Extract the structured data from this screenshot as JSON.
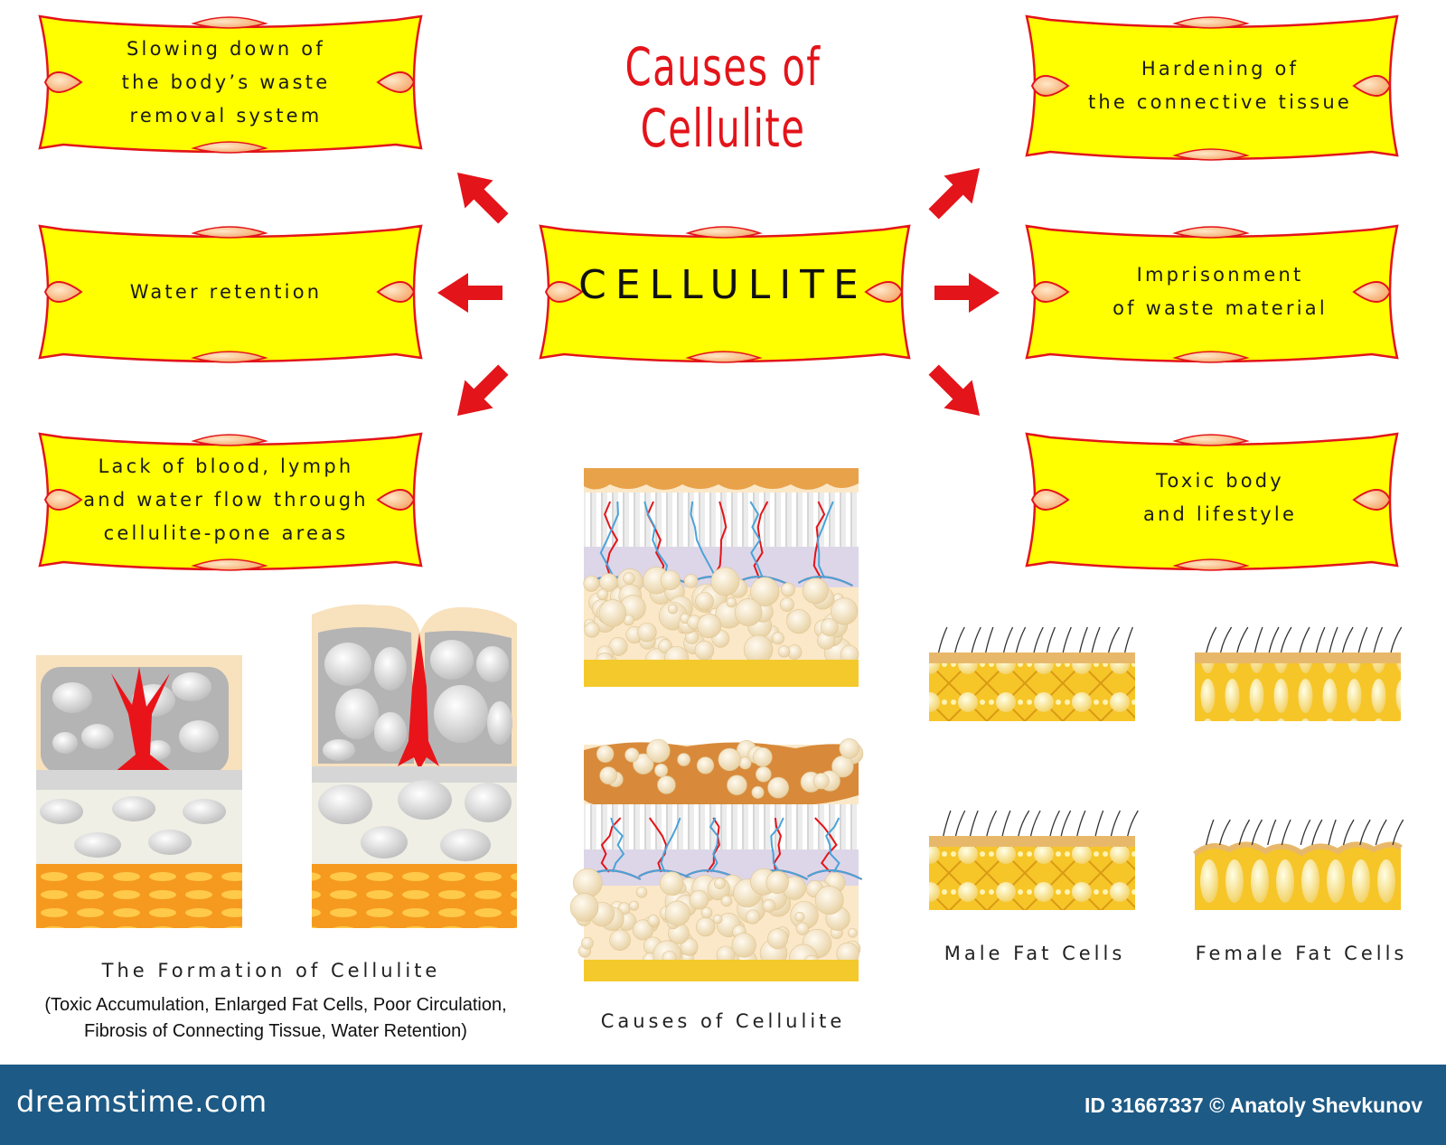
{
  "title": "Causes of Cellulite",
  "center": "CELLULITE",
  "causes_left": [
    {
      "lines": [
        "Slowing down of",
        "the body’s waste",
        "removal system"
      ]
    },
    {
      "lines": [
        "Water retention"
      ]
    },
    {
      "lines": [
        "Lack of blood, lymph",
        "and water flow through",
        "cellulite-pone areas"
      ]
    }
  ],
  "causes_right": [
    {
      "lines": [
        "Hardening of",
        "the connective tissue"
      ]
    },
    {
      "lines": [
        "Imprisonment",
        "of waste material"
      ]
    },
    {
      "lines": [
        "Toxic body",
        "and lifestyle"
      ]
    }
  ],
  "formation": {
    "caption": "The Formation of Cellulite",
    "sub": [
      "(Toxic Accumulation, Enlarged Fat Cells, Poor Circulation,",
      "Fibrosis of Connecting Tissue, Water Retention)"
    ]
  },
  "causes_caption": "Causes of Cellulite",
  "male_caption": "Male Fat Cells",
  "female_caption": "Female Fat Cells",
  "footer": {
    "logo": "dreamstime.com",
    "id": "ID 31667337 © Anatoly Shevkunov"
  },
  "colors": {
    "banner_fill": "#ffff00",
    "banner_stroke": "#e3141a",
    "arrow": "#e3141a",
    "title": "#e3141a",
    "footer_bg": "#1d5a85"
  }
}
